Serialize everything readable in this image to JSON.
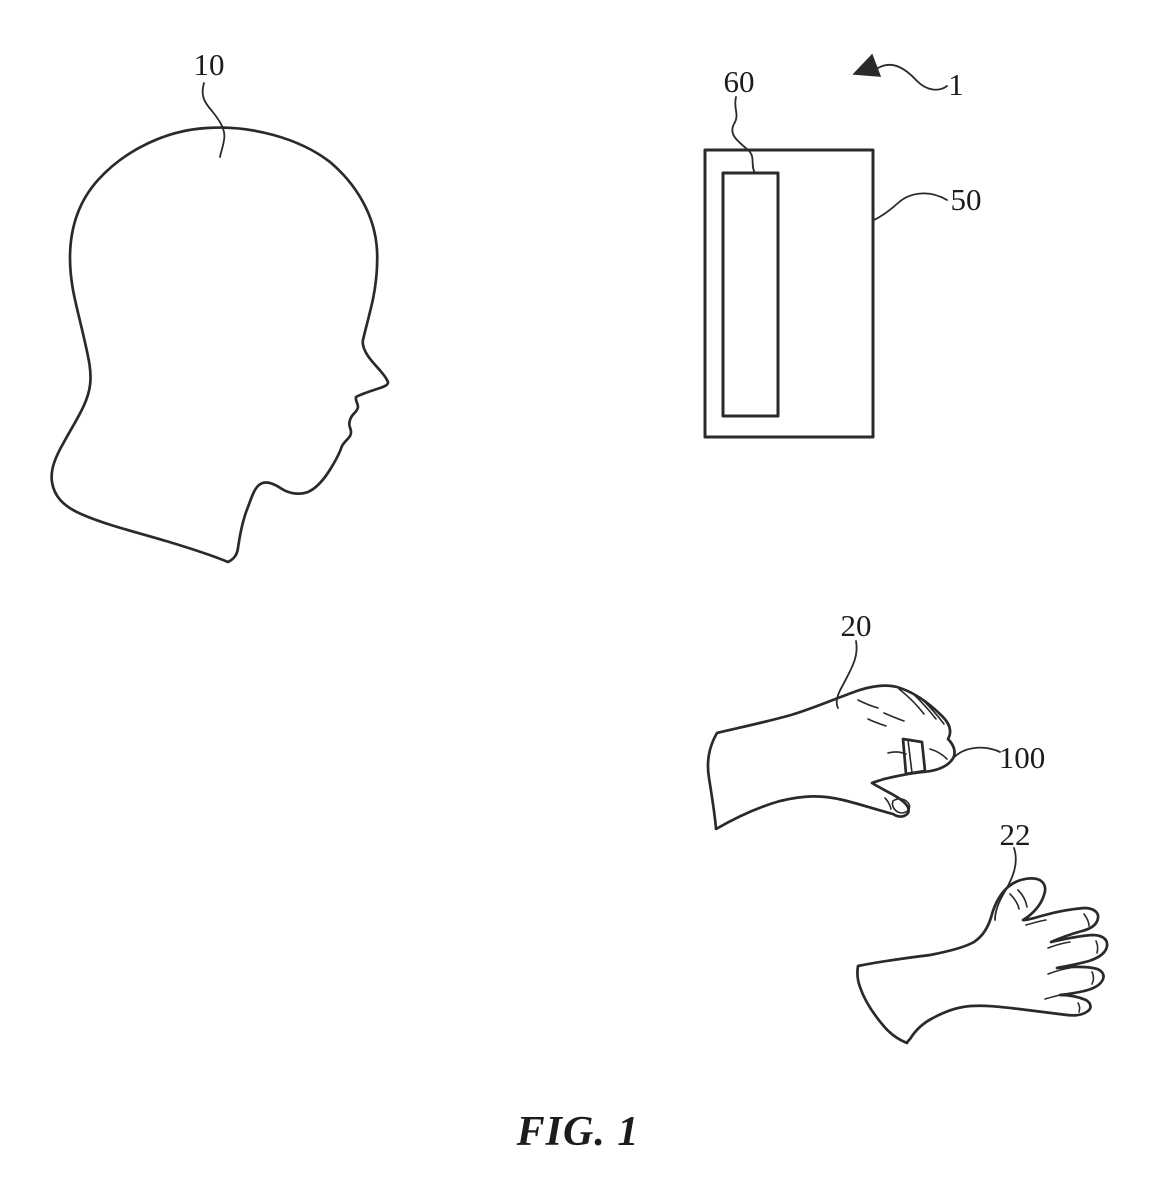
{
  "figure": {
    "caption": "FIG. 1",
    "labels": {
      "head": "10",
      "system_arrow": "1",
      "display_device": "50",
      "display_screen": "60",
      "right_hand": "20",
      "finger_worn_device": "100",
      "left_hand": "22"
    },
    "colors": {
      "line": "#2a2a2a",
      "text": "#1c1c1c",
      "background": "#ffffff"
    }
  }
}
